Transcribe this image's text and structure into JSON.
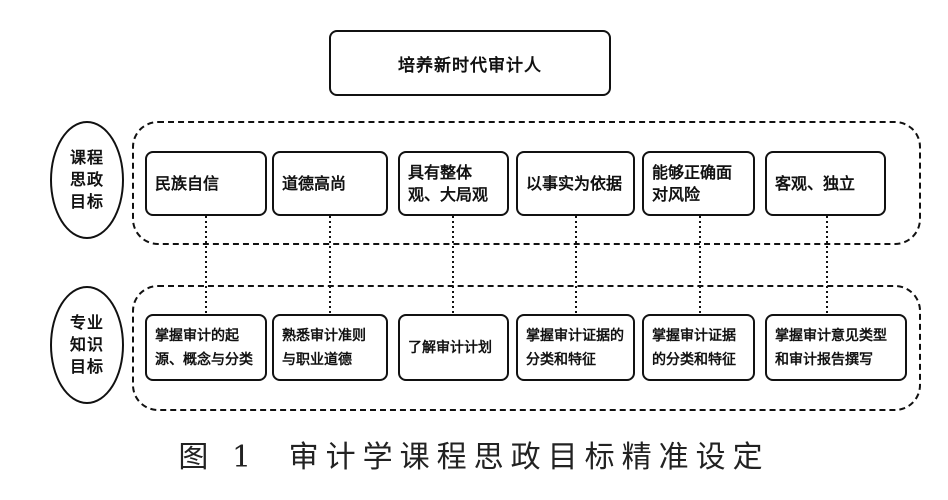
{
  "top": {
    "title": "培养新时代审计人"
  },
  "rows": {
    "upper": {
      "label": "课程思政目标",
      "items": [
        "民族自信",
        "道德高尚",
        "具有整体观、大局观",
        "以事实为依据",
        "能够正确面对风险",
        "客观、独立"
      ]
    },
    "lower": {
      "label": "专业知识目标",
      "items": [
        "掌握审计的起源、概念与分类",
        "熟悉审计准则与职业道德",
        "了解审计计划",
        "掌握审计证据的分类和特征",
        "掌握审计证据的分类和特征",
        "掌握审计意见类型和审计报告撰写"
      ]
    }
  },
  "caption": {
    "number": "图 1",
    "title": "审计学课程思政目标精准设定"
  },
  "colors": {
    "stroke": "#111111",
    "background": "#ffffff"
  }
}
